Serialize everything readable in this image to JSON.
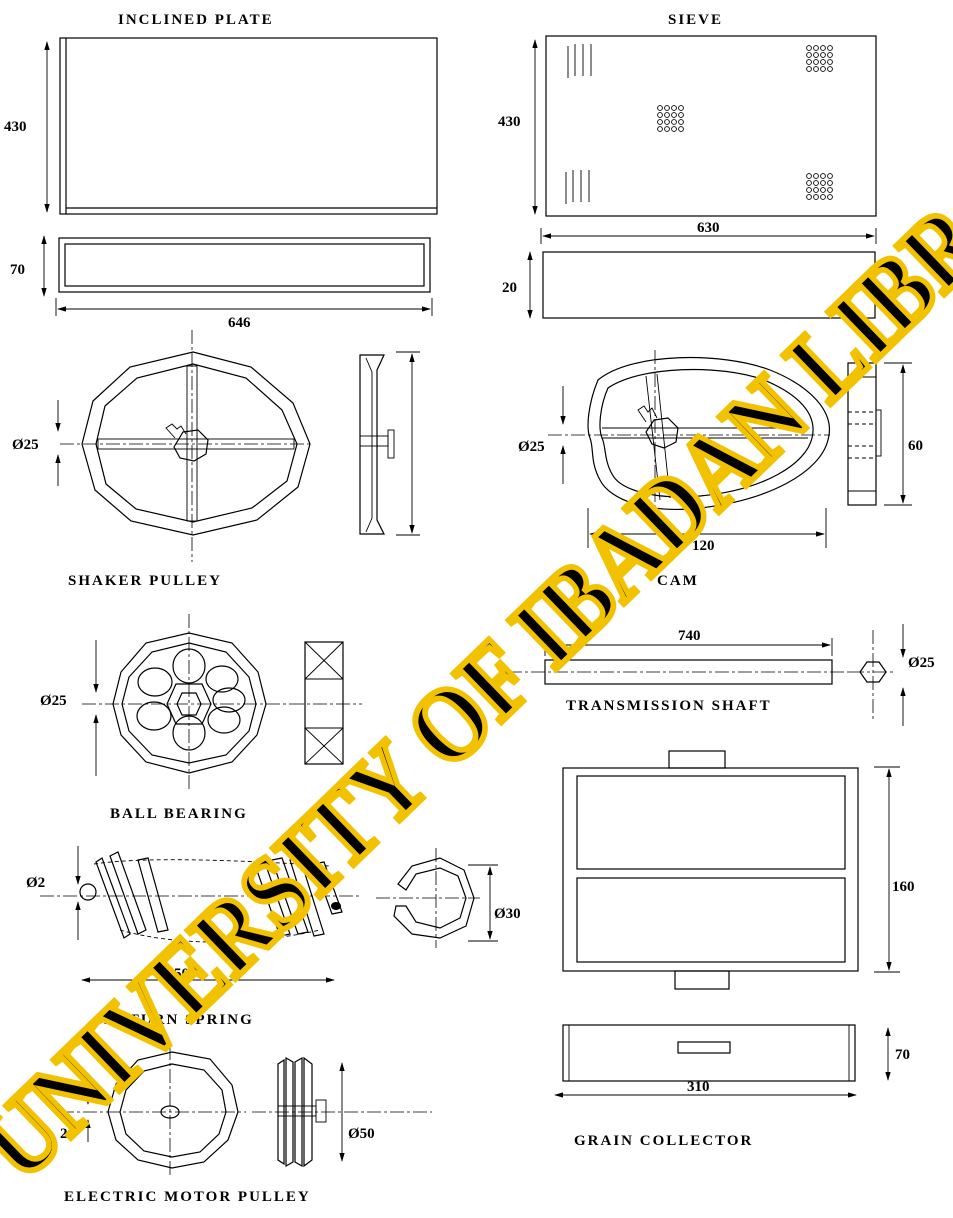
{
  "titles": {
    "inclined_plate": "INCLINED PLATE",
    "sieve": "SIEVE",
    "shaker_pulley": "SHAKER PULLEY",
    "cam": "CAM",
    "ball_bearing": "BALL BEARING",
    "transmission_shaft": "TRANSMISSION SHAFT",
    "return_spring": "RETURN SPRING",
    "grain_collector": "GRAIN COLLECTOR",
    "electric_motor_pulley": "ELECTRIC MOTOR PULLEY"
  },
  "dimensions": {
    "inclined_plate_height": "430",
    "inclined_plate_side_height": "70",
    "inclined_plate_length": "646",
    "sieve_height": "430",
    "sieve_length": "630",
    "sieve_side_height": "20",
    "shaker_pulley_bore": "Ø25",
    "cam_bore": "Ø25",
    "cam_width": "60",
    "cam_length": "120",
    "shaft_length": "740",
    "shaft_diameter": "Ø25",
    "bearing_bore": "Ø25",
    "spring_wire": "Ø2",
    "spring_coil": "Ø30",
    "spring_length": "50",
    "collector_height": "160",
    "collector_side_height": "70",
    "collector_length": "310",
    "motor_pulley_bore": "20",
    "motor_pulley_diameter": "Ø50"
  },
  "watermark": {
    "text": "UNIVERSITY OF IBADAN LIBRARY",
    "color": "#f2c200"
  }
}
